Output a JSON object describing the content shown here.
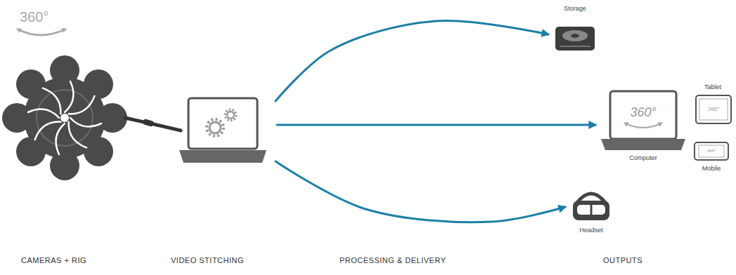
{
  "diagram": {
    "nodes": [
      {
        "text": [
          "360°",
          "CAMERAS + RIG"
        ]
      },
      {
        "text": [
          "VIDEO STITCHING"
        ]
      },
      {
        "text": [
          "Storage"
        ]
      },
      {
        "text": [
          "360°",
          "Computer"
        ]
      },
      {
        "text": [
          "Tablet",
          "360°"
        ]
      },
      {
        "text": [
          "360°",
          "Mobile"
        ]
      },
      {
        "text": [
          "Headset"
        ]
      }
    ],
    "edges": [
      {
        "from": 0,
        "to": 1,
        "arrow": "none"
      },
      {
        "from": 1,
        "to": 2,
        "arrow": "to"
      },
      {
        "from": 1,
        "to": 3,
        "arrow": "to"
      },
      {
        "from": 1,
        "to": 6,
        "arrow": "to"
      }
    ],
    "labels": [
      "PROCESSING & DELIVERY",
      "OUTPUTS"
    ]
  }
}
